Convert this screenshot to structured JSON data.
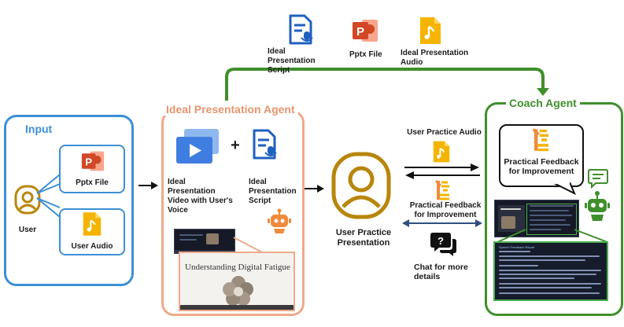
{
  "top_outputs": {
    "script_label": "Ideal Presentation Script",
    "pptx_label": "Pptx File",
    "audio_label": "Ideal Presentation Audio"
  },
  "input_panel": {
    "title": "Input",
    "user_label": "User",
    "pptx_label": "Pptx File",
    "audio_label": "User Audio"
  },
  "agent_panel": {
    "title": "Ideal Presentation Agent",
    "plus": "+",
    "video_label": "Ideal Presentation Video with User's Voice",
    "script_label": "Ideal Presentation Script",
    "slide_title": "Understanding Digital Fatigue"
  },
  "middle": {
    "practice_label": "User Practice Presentation",
    "practice_audio_label": "User Practice Audio",
    "feedback_label": "Practical Feedback for Improvement",
    "chat_label": "Chat for more details"
  },
  "coach_panel": {
    "title": "Coach Agent",
    "bubble_label": "Practical Feedback for Improvement",
    "feedback_heading": "Speech Feedback Report"
  },
  "colors": {
    "blue": "#3c8fd6",
    "orange": "#f0a98a",
    "orange_title": "#e8956e",
    "green": "#3f8f2b",
    "user_icon": "#b8860b",
    "ppt_red": "#d24726",
    "audio_yellow": "#f4b400",
    "doc_blue": "#1f5fbf"
  }
}
